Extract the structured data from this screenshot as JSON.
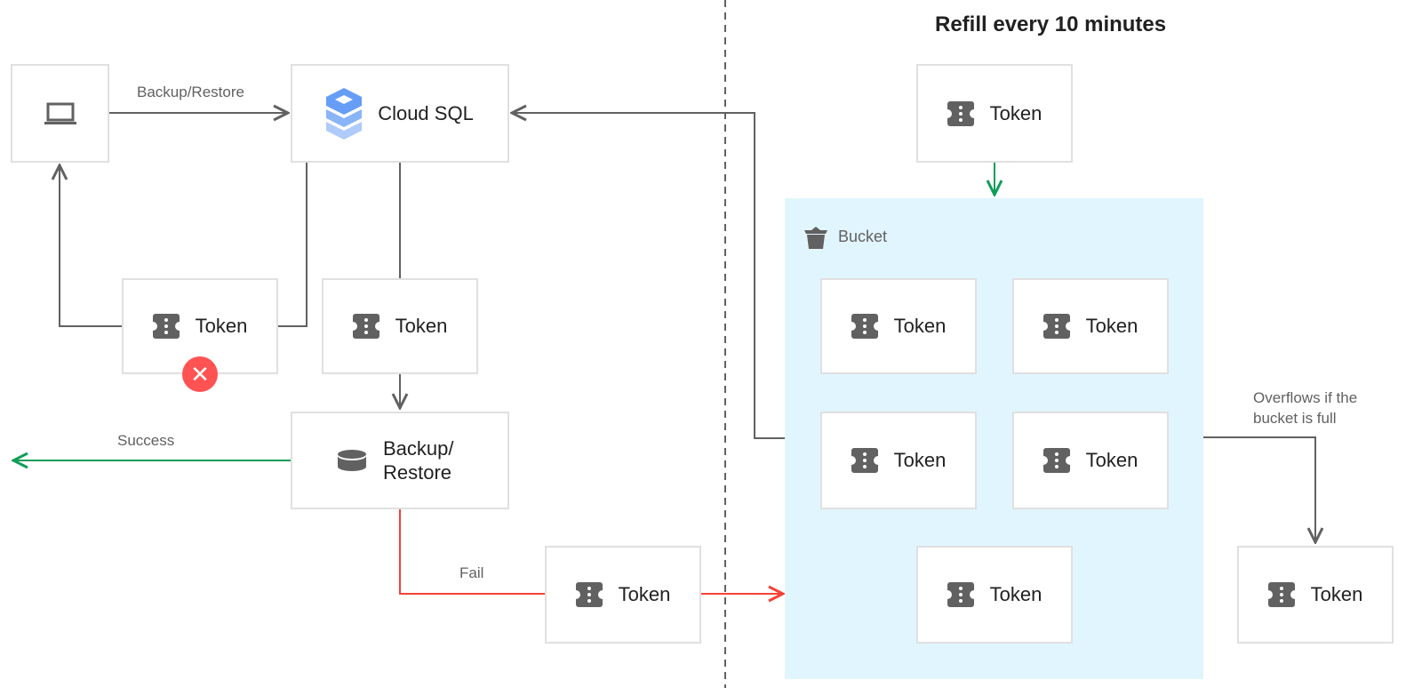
{
  "title": "Refill every 10 minutes",
  "labels": {
    "backup_restore": "Backup/Restore",
    "success": "Success",
    "fail": "Fail",
    "overflow": "Overflows if the bucket is full",
    "bucket": "Bucket"
  },
  "nodes": {
    "cloud_sql": "Cloud SQL",
    "backup": "Backup/ Restore",
    "token": "Token"
  },
  "colors": {
    "success": "#0f9d58",
    "fail": "#f44336",
    "bucket_bg": "#e1f5fe",
    "error_badge": "#ff5252",
    "line": "#616161"
  },
  "icons": [
    "laptop-icon",
    "cloud-sql-icon",
    "ticket-icon",
    "database-icon",
    "bucket-icon",
    "error-icon"
  ]
}
